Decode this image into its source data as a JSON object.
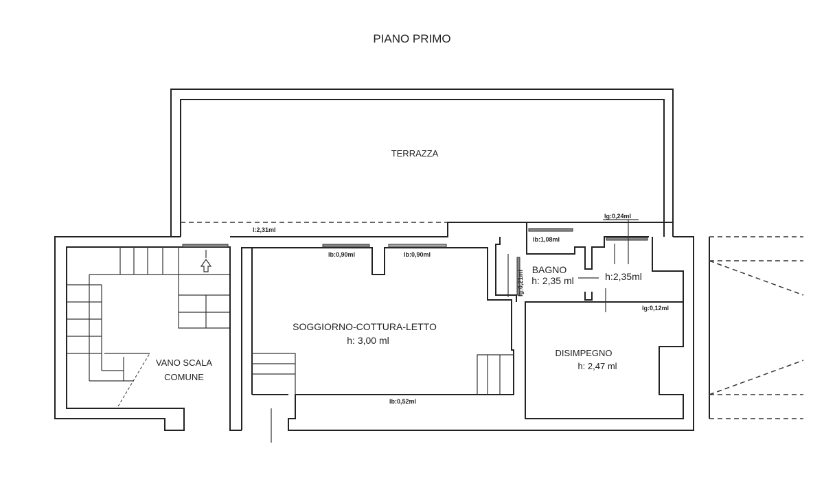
{
  "title": "PIANO PRIMO",
  "rooms": {
    "terrazza": "TERRAZZA",
    "soggiorno": "SOGGIORNO-COTTURA-LETTO",
    "soggiorno_h": "h: 3,00 ml",
    "bagno": "BAGNO",
    "bagno_h": "h: 2,35 ml",
    "antibagno_h": "h:2,35ml",
    "disimpegno": "DISIMPEGNO",
    "disimpegno_h": "h: 2,47 ml",
    "vano_scala_1": "VANO SCALA",
    "vano_scala_2": "COMUNE"
  },
  "dimensions": {
    "d1": "l:2,31ml",
    "d2": "lb:0,90ml",
    "d3": "lb:0,90ml",
    "d4": "lb:1,08ml",
    "d5": "lg:0,24ml",
    "d6": "lg:0,21ml",
    "d7": "lg:0,12ml",
    "d8": "lb:0,52ml"
  }
}
